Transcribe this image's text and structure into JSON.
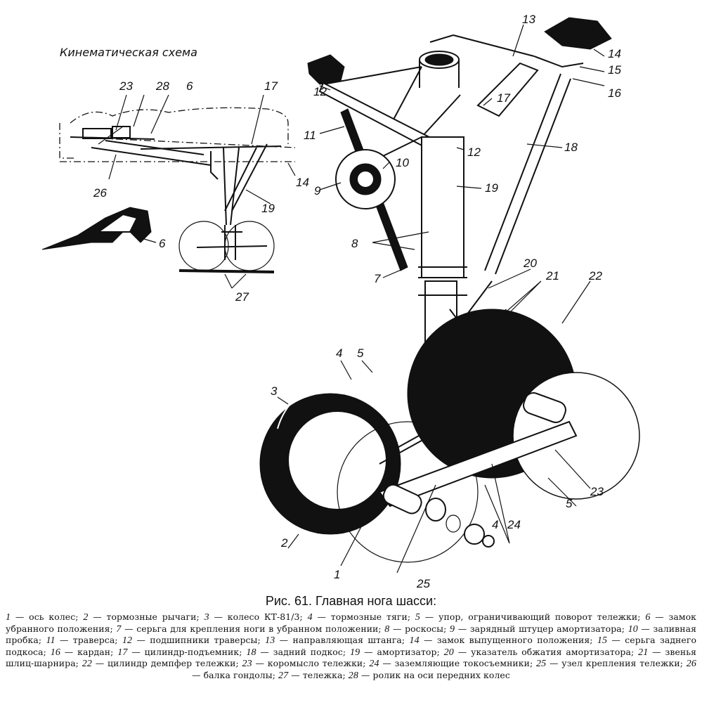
{
  "figure": {
    "scheme_title": "Кинематическая схема",
    "scheme_labels": [
      "23",
      "28",
      "6",
      "17",
      "26",
      "14",
      "19",
      "27",
      "6"
    ],
    "main_labels": [
      "13",
      "14",
      "15",
      "16",
      "12",
      "17",
      "11",
      "12",
      "18",
      "10",
      "9",
      "19",
      "8",
      "7",
      "20",
      "21",
      "22",
      "4",
      "5",
      "3",
      "2",
      "1",
      "25",
      "4",
      "24",
      "5",
      "23"
    ]
  },
  "caption": {
    "title": "Рис. 61. Главная нога шасси:",
    "legend": [
      {
        "n": "1",
        "t": "ось колес"
      },
      {
        "n": "2",
        "t": "тормозные рычаги"
      },
      {
        "n": "3",
        "t": "колесо КТ-81/3"
      },
      {
        "n": "4",
        "t": "тормозные тяги"
      },
      {
        "n": "5",
        "t": "упор, ограничивающий поворот тележки"
      },
      {
        "n": "6",
        "t": "замок убранного положения"
      },
      {
        "n": "7",
        "t": "серьга для крепления ноги в убранном положении"
      },
      {
        "n": "8",
        "t": "роскосы"
      },
      {
        "n": "9",
        "t": "зарядный штуцер амортизатора"
      },
      {
        "n": "10",
        "t": "заливная пробка"
      },
      {
        "n": "11",
        "t": "траверса"
      },
      {
        "n": "12",
        "t": "подшипники траверсы"
      },
      {
        "n": "13",
        "t": "направляющая штанга"
      },
      {
        "n": "14",
        "t": "замок выпущенного положения"
      },
      {
        "n": "15",
        "t": "серьга заднего подкоса"
      },
      {
        "n": "16",
        "t": "кардан"
      },
      {
        "n": "17",
        "t": "цилиндр-подъемник"
      },
      {
        "n": "18",
        "t": "задний подкос"
      },
      {
        "n": "19",
        "t": "амортизатор"
      },
      {
        "n": "20",
        "t": "указатель обжатия амортизатора"
      },
      {
        "n": "21",
        "t": "звенья шлиц-шарнира"
      },
      {
        "n": "22",
        "t": "цилиндр демпфер тележки"
      },
      {
        "n": "23",
        "t": "коромысло тележки"
      },
      {
        "n": "24",
        "t": "заземляющие токосъемники"
      },
      {
        "n": "25",
        "t": "узел крепления тележки"
      },
      {
        "n": "26",
        "t": "балка гондолы"
      },
      {
        "n": "27",
        "t": "тележка"
      },
      {
        "n": "28",
        "t": "ролик на оси передних колес"
      }
    ]
  }
}
